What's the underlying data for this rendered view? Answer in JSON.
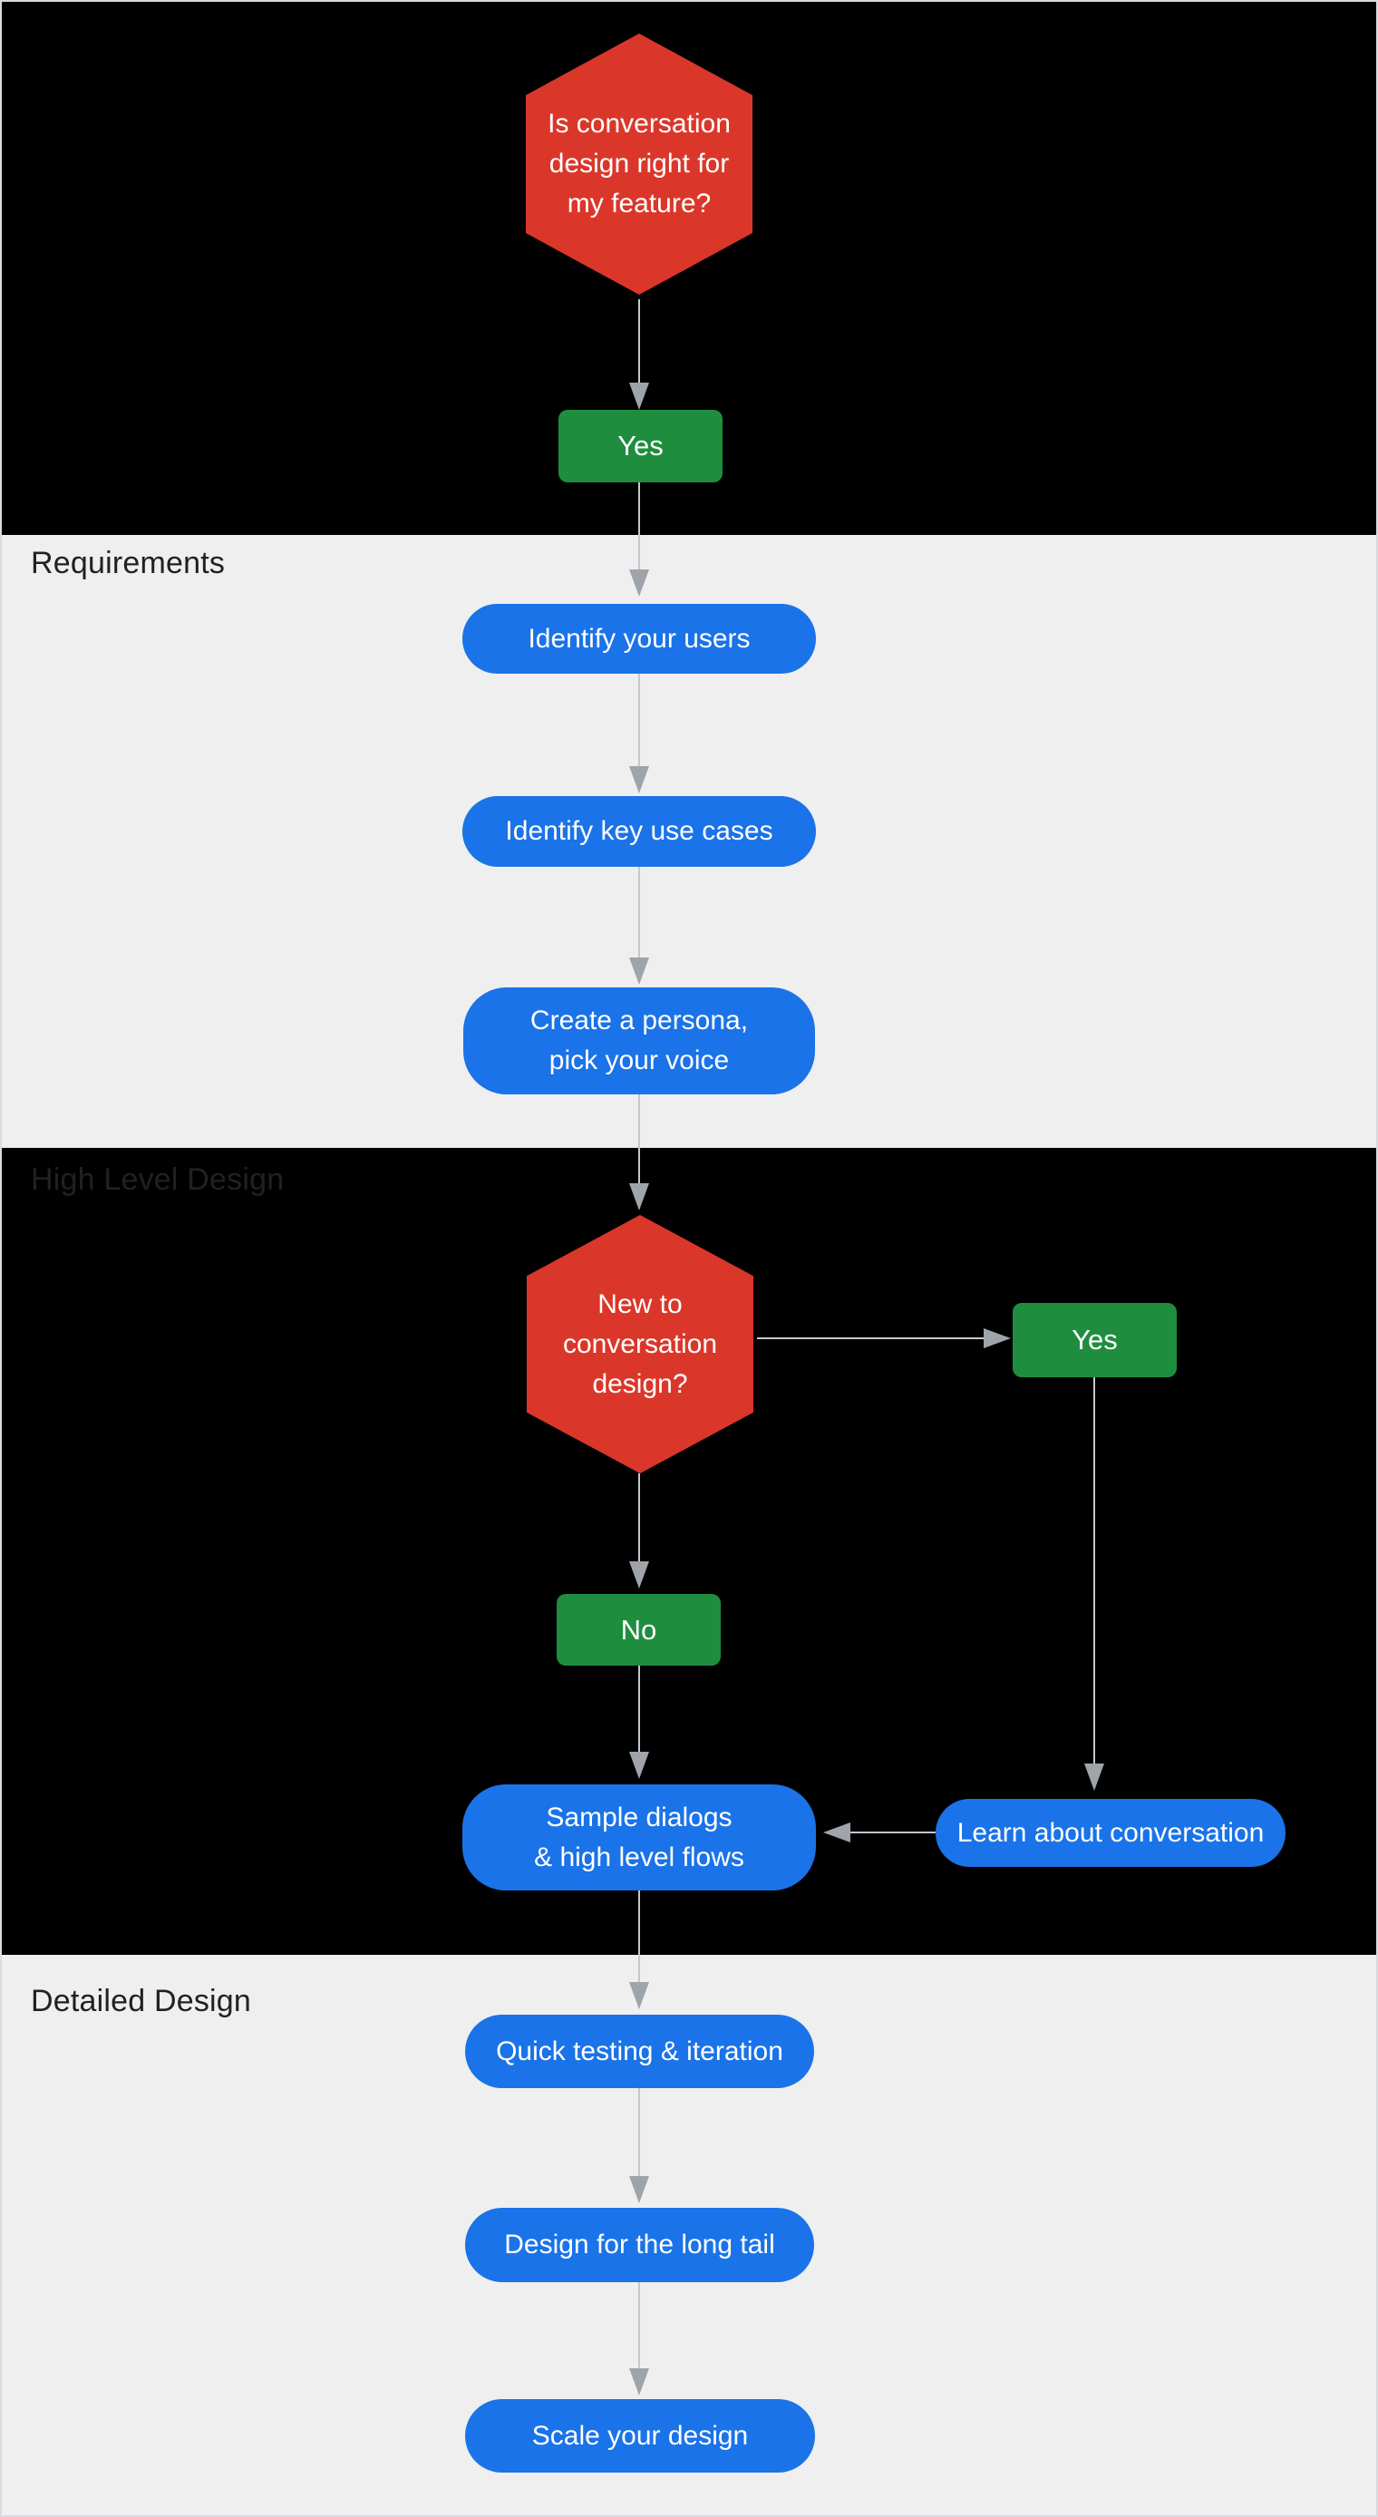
{
  "section_labels": {
    "requirements": "Requirements",
    "high_level_design": "High Level Design",
    "detailed_design": "Detailed Design"
  },
  "nodes": {
    "decision_is_cd_right": "Is conversation\ndesign right for\nmy feature?",
    "yes_1": "Yes",
    "identify_users": "Identify your users",
    "identify_key_use_cases": "Identify key use cases",
    "create_persona": "Create a persona,\npick your voice",
    "decision_new_to_cd": "New to\nconversation\ndesign?",
    "yes_2": "Yes",
    "no_1": "No",
    "sample_dialogs": "Sample dialogs\n& high level flows",
    "learn_about_conversation": "Learn about conversation",
    "quick_testing": "Quick testing & iteration",
    "design_long_tail": "Design for the long tail",
    "scale_your_design": "Scale your design"
  },
  "colors": {
    "decision_red": "#DA372A",
    "action_blue": "#1A73E8",
    "answer_green": "#1E8E3E",
    "section_light": "#EFEFEF",
    "section_dark": "#000000",
    "connector_gray": "#C4C7CB",
    "arrowhead_gray": "#9FA4AA",
    "label_gray": "#202124",
    "frame_gray": "#D9DBDF"
  }
}
